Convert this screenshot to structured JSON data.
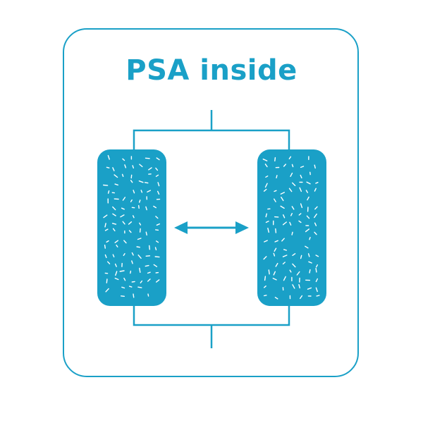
{
  "title": "PSA inside",
  "colors": {
    "accent": "#1aa0c7",
    "vessel_fill": "#1aa0c7",
    "granule": "#ffffff",
    "background": "#ffffff"
  },
  "diagram": {
    "vessels": [
      {
        "name": "left-adsorber-vessel"
      },
      {
        "name": "right-adsorber-vessel"
      }
    ],
    "arrow": "bidirectional-exchange-arrow"
  }
}
